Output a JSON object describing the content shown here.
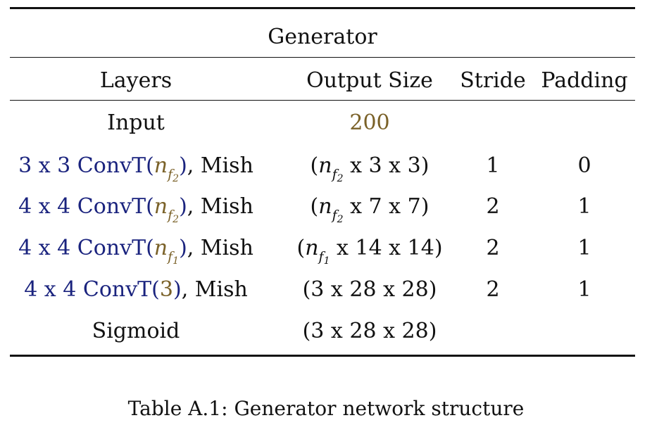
{
  "table": {
    "title": "Generator",
    "headers": {
      "layers": "Layers",
      "output_size": "Output Size",
      "stride": "Stride",
      "padding": "Padding"
    },
    "rows": [
      {
        "layer": {
          "main": "Input"
        },
        "output": {
          "value": "200"
        },
        "stride": "",
        "padding": ""
      },
      {
        "layer": {
          "kernel": "3 x 3 ConvT(",
          "arg": "n",
          "arg_sub": "f",
          "arg_subsub": "2",
          "close": ")",
          "suffix": ", Mish"
        },
        "output": {
          "open": "(",
          "var": "n",
          "var_sub": "f",
          "var_subsub": "2",
          "rest": " x 3 x 3)"
        },
        "stride": "1",
        "padding": "0"
      },
      {
        "layer": {
          "kernel": "4 x 4 ConvT(",
          "arg": "n",
          "arg_sub": "f",
          "arg_subsub": "2",
          "close": ")",
          "suffix": ", Mish"
        },
        "output": {
          "open": "(",
          "var": "n",
          "var_sub": "f",
          "var_subsub": "2",
          "rest": " x 7 x 7)"
        },
        "stride": "2",
        "padding": "1"
      },
      {
        "layer": {
          "kernel": "4 x 4 ConvT(",
          "arg": "n",
          "arg_sub": "f",
          "arg_subsub": "1",
          "close": ")",
          "suffix": ", Mish"
        },
        "output": {
          "open": "(",
          "var": "n",
          "var_sub": "f",
          "var_subsub": "1",
          "rest": " x 14 x 14)"
        },
        "stride": "2",
        "padding": "1"
      },
      {
        "layer": {
          "kernel": "4 x 4 ConvT(",
          "arg": "3",
          "close": ")",
          "suffix": ", Mish"
        },
        "output": {
          "value": "(3 x 28 x 28)"
        },
        "stride": "2",
        "padding": "1"
      },
      {
        "layer": {
          "main": "Sigmoid"
        },
        "output": {
          "value": "(3 x 28 x 28)"
        },
        "stride": "",
        "padding": ""
      }
    ]
  },
  "caption": "Table A.1:  Generator network structure",
  "colors": {
    "layer_blue": "#1a237e",
    "argument_gold": "#7a6128",
    "text": "#111111"
  }
}
